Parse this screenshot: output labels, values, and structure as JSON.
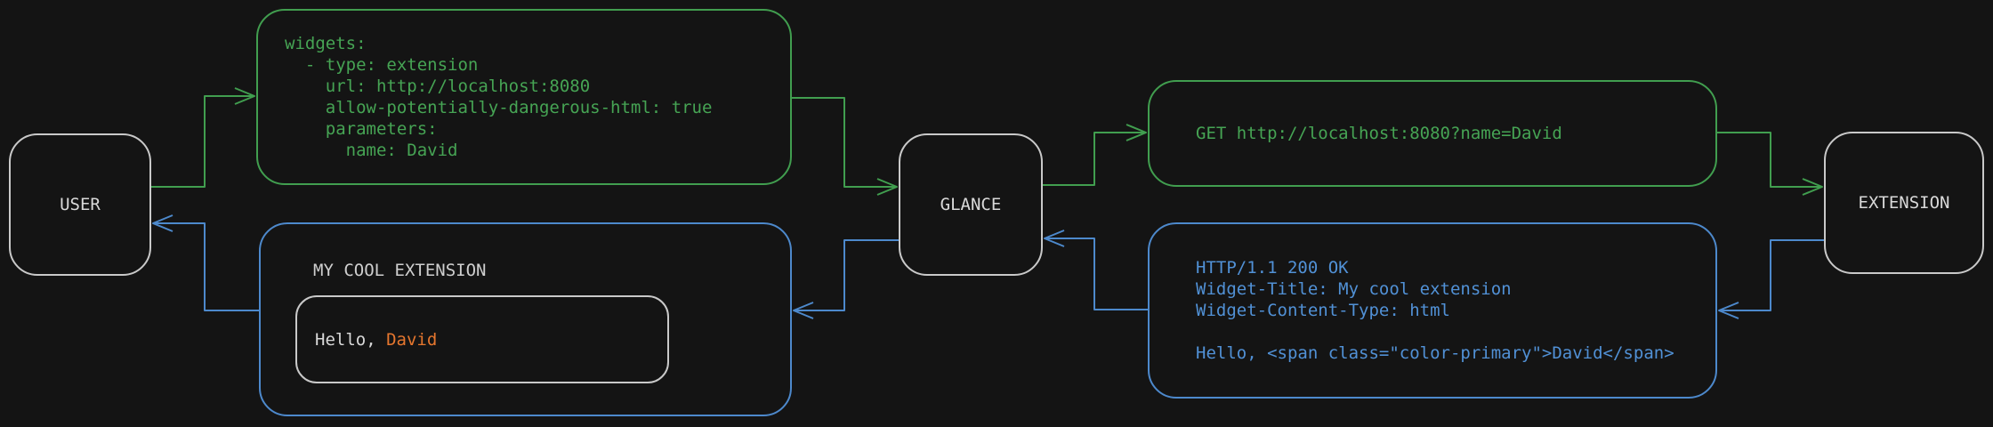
{
  "colors": {
    "bg": "#141414",
    "box-border": "#c9c9c9",
    "text": "#d9d9d9",
    "green": "#419e4f",
    "green-text": "#46a454",
    "blue": "#4d89cc",
    "blue-text": "#5191d6",
    "orange": "#e5762e"
  },
  "nodes": {
    "user": "USER",
    "glance": "GLANCE",
    "extension": "EXTENSION"
  },
  "config_box": {
    "text": "widgets:\n  - type: extension\n    url: http://localhost:8080\n    allow-potentially-dangerous-html: true\n    parameters:\n      name: David"
  },
  "request_box": {
    "text": "GET http://localhost:8080?name=David"
  },
  "response_box": {
    "text": "HTTP/1.1 200 OK\nWidget-Title: My cool extension\nWidget-Content-Type: html\n\nHello, <span class=\"color-primary\">David</span>"
  },
  "widget_box": {
    "title": "MY COOL EXTENSION",
    "greeting_prefix": "Hello, ",
    "greeting_name": "David"
  }
}
